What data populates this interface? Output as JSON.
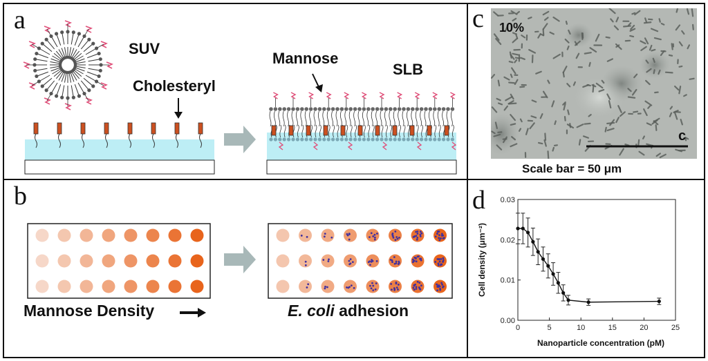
{
  "panels": {
    "a": {
      "letter": "a",
      "suv": "SUV",
      "cholesteryl": "Cholesteryl",
      "mannose": "Mannose",
      "slb": "SLB"
    },
    "b": {
      "letter": "b",
      "density_label": "Mannose Density",
      "adhesion_italic": "E. coli",
      "adhesion_rest": " adhesion",
      "plate_rows": 3,
      "plate_cols": 8,
      "bacteria_counts": [
        0,
        2,
        3,
        5,
        7,
        10,
        13,
        15
      ]
    },
    "c": {
      "letter": "c",
      "percent": "10%",
      "corner": "c",
      "scale": "Scale bar = 50 μm"
    },
    "d": {
      "letter": "d"
    }
  },
  "colors": {
    "orange_light": "#f6d7c8",
    "orange_dark": "#e8641c",
    "bacteria": "#4030a0",
    "aqua": "#bdeef5",
    "arrow": "#a8b8b8",
    "mannose": "#e0507a",
    "head": "#cc5020"
  },
  "chart_data": {
    "type": "line",
    "xlabel": "Nanoparticle concentration (pM)",
    "ylabel": "Cell density (μm⁻²)",
    "xlim": [
      0,
      25
    ],
    "ylim": [
      0,
      0.03
    ],
    "xticks": [
      0,
      5,
      10,
      15,
      20,
      25
    ],
    "yticks": [
      0.0,
      0.01,
      0.02,
      0.03
    ],
    "ytick_labels": [
      "0.00",
      "0.01",
      "0.02",
      "0.03"
    ],
    "grid": false,
    "series": [
      {
        "x": [
          0,
          0.8,
          1.6,
          2.4,
          3.2,
          4.0,
          4.8,
          5.6,
          6.4,
          7.2,
          8.0,
          11.2,
          22.4
        ],
        "y": [
          0.0228,
          0.0228,
          0.0218,
          0.0195,
          0.017,
          0.0152,
          0.0135,
          0.0115,
          0.0093,
          0.0068,
          0.005,
          0.0045,
          0.0047
        ],
        "err": [
          0.0038,
          0.0038,
          0.0036,
          0.0034,
          0.0032,
          0.003,
          0.003,
          0.0028,
          0.0026,
          0.002,
          0.0012,
          0.0008,
          0.0008
        ]
      }
    ]
  }
}
